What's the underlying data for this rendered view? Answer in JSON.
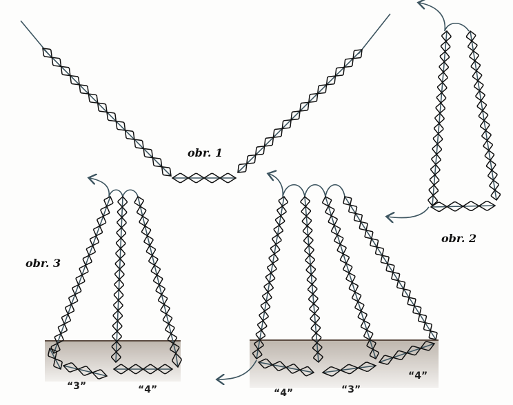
{
  "figures": {
    "fig1": {
      "label": "obr. 1"
    },
    "fig2": {
      "label": "obr. 2"
    },
    "fig3": {
      "label": "obr. 3"
    }
  },
  "bottom_labels": {
    "fig3_left": "“3”",
    "fig3_right": "“4”",
    "big_first": "“4”",
    "big_second": "“3”",
    "big_third": "“4”"
  },
  "colors": {
    "thread": "#3d5560",
    "bead_outline": "#111111",
    "base_shade": "#d3cdc6"
  }
}
